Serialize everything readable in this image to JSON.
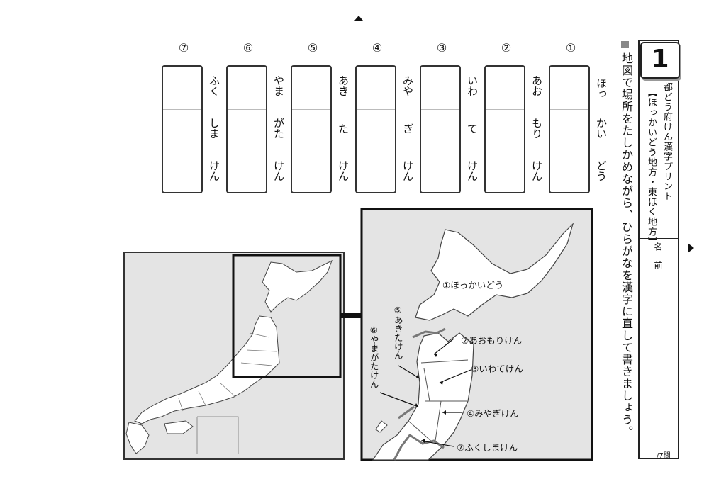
{
  "instruction": "地図で場所をたしかめながら、ひらがなを漢字に直して書きましょう。",
  "title": {
    "page_number": "1",
    "main": "都どう府けん漢字プリント",
    "sub": "【ほっかいどう地方・東ほく地方】",
    "name_label": "名 前",
    "count": "/7問"
  },
  "items": [
    {
      "num": "①",
      "kana": [
        "ほっ",
        "かい",
        "どう"
      ]
    },
    {
      "num": "②",
      "kana": [
        "あお",
        "もり",
        "けん"
      ]
    },
    {
      "num": "③",
      "kana": [
        "いわ",
        "て",
        "けん"
      ]
    },
    {
      "num": "④",
      "kana": [
        "みや",
        "ぎ",
        "けん"
      ]
    },
    {
      "num": "⑤",
      "kana": [
        "あき",
        "た",
        "けん"
      ]
    },
    {
      "num": "⑥",
      "kana": [
        "やま",
        "がた",
        "けん"
      ]
    },
    {
      "num": "⑦",
      "kana": [
        "ふく",
        "しま",
        "けん"
      ]
    }
  ],
  "map_labels": {
    "hokkaido": "①ほっかいどう",
    "aomori": "②あおもりけん",
    "iwate": "③いわてけん",
    "miyagi": "④みやぎけん",
    "akita": "⑤あきたけん",
    "yamagata": "⑥やまがたけん",
    "fukushima": "⑦ふくしまけん"
  }
}
